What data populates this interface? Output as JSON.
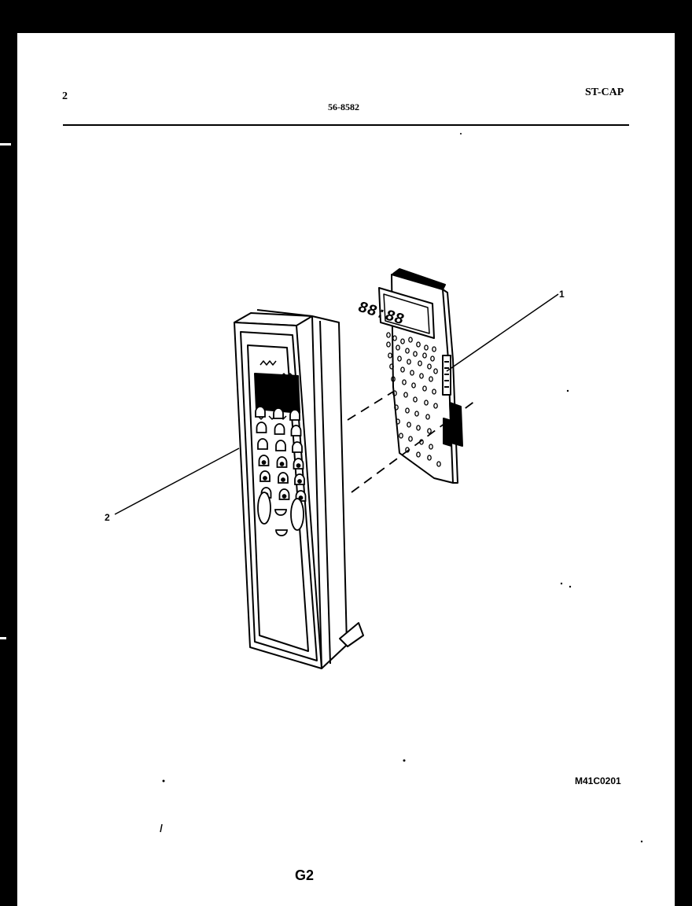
{
  "header": {
    "page_number": "2",
    "model_number": "56-8582",
    "variant": "ST-CAP"
  },
  "callouts": [
    {
      "label": "1"
    },
    {
      "label": "2"
    }
  ],
  "drawing_code": "M41C0201",
  "footer_page_label": "G2",
  "display": {
    "digits": "88:88"
  }
}
